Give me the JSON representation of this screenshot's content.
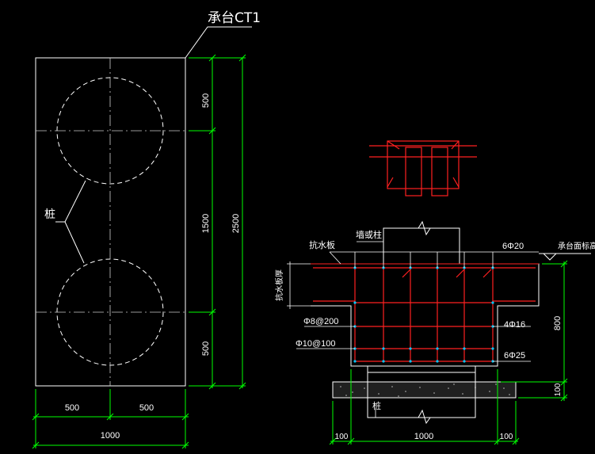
{
  "colors": {
    "background": "#000000",
    "outline": "#ffffff",
    "dimension": "#00ff00",
    "rebar": "#ff2020",
    "stirrup_dots": "#00c8ff",
    "centerline": "#c0c0c0"
  },
  "plan_view": {
    "cap_label": "承台CT1",
    "pile_label": "桩",
    "dims_right": [
      "500",
      "1500",
      "500"
    ],
    "dim_total": "2500",
    "dims_bottom": [
      "500",
      "500"
    ],
    "dim_bottom_total": "1000"
  },
  "section_view": {
    "label_pile_column": "墙或柱",
    "label_slab": "抗水板",
    "label_slab_thickness": "抗水板厚",
    "label_cap_top": "承台面标高",
    "label_pile": "桩",
    "rebar_top": "6Φ20",
    "rebar_side": "4Φ16",
    "rebar_bottom": "6Φ25",
    "stirrup_1": "Φ8@200",
    "stirrup_2": "Φ10@100",
    "dim_height": "800",
    "dim_cushion": "100",
    "dims_bottom": [
      "100",
      "1000",
      "100"
    ]
  }
}
